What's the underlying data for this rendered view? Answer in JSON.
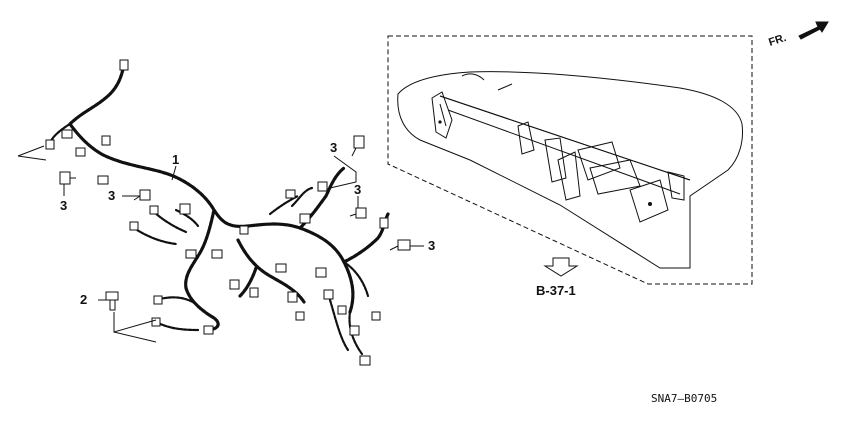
{
  "diagram": {
    "orientation_label": "FR.",
    "ref_label": "B-37-1",
    "part_code": "SNA7—B0705",
    "callouts": {
      "harness": "1",
      "bolt_small": "2",
      "bolt_left": "3",
      "bolt_lower_left": "3",
      "bolt_top": "3",
      "bolt_mid": "3",
      "bolt_right": "3"
    }
  }
}
